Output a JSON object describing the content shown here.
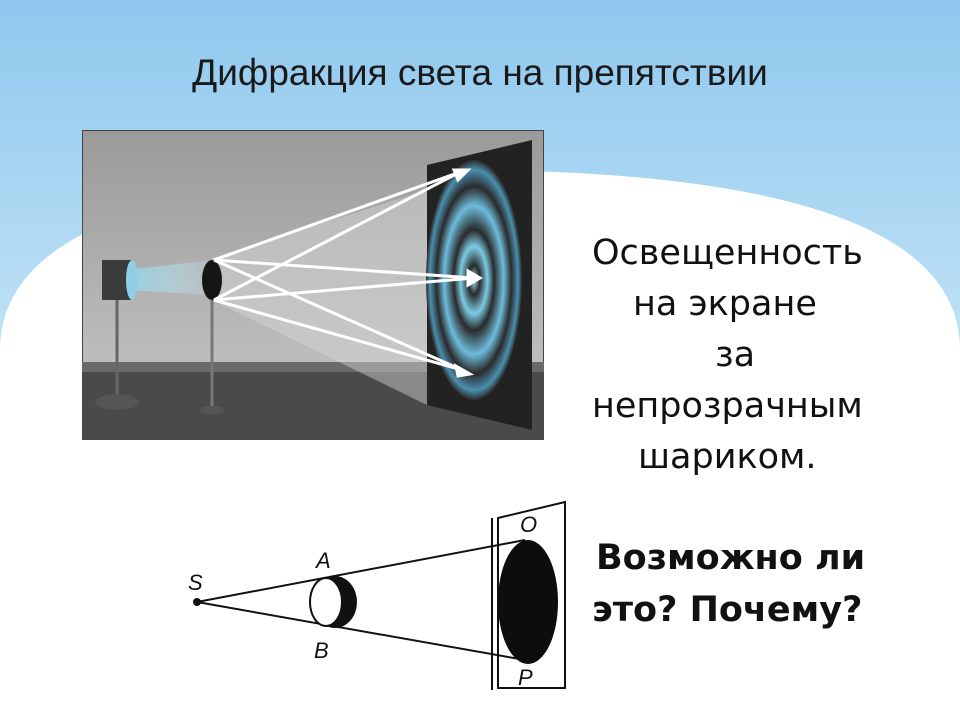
{
  "title": "Дифракция света на препятствии",
  "description_lines": [
    "Освещенность",
    "на экране",
    "за",
    "непрозрачным",
    "шариком."
  ],
  "question_lines": [
    "Возможно ли",
    "это? Почему?"
  ],
  "diagram_labels": {
    "source": "S",
    "top_edge": "A",
    "bottom_edge": "B",
    "screen_top": "O",
    "screen_bottom": "P"
  },
  "colors": {
    "background_blue": "#a9d6f2",
    "title_text": "#1a1a1a",
    "body_text": "#111111"
  }
}
